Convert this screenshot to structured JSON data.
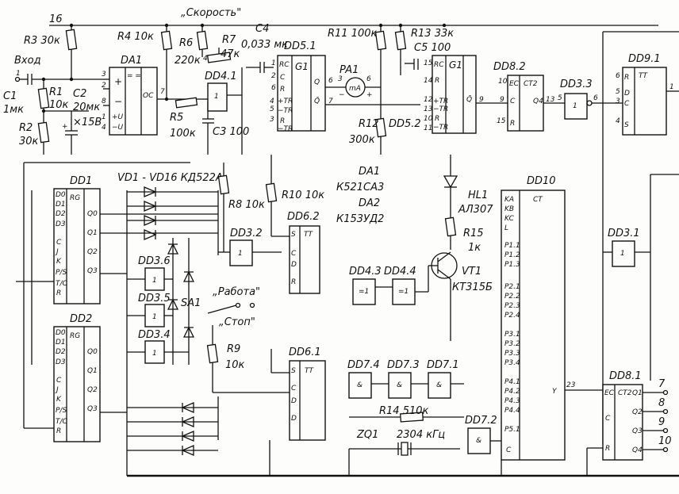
{
  "schematic": {
    "supply": "16",
    "input_label": "Вход",
    "speed_label": "„Скорость\"",
    "work_label": "„Работа\"",
    "stop_label": "„Стоп\"",
    "switch": "SA1",
    "ic_legend": [
      "DA1",
      "К521СА3",
      "DA2",
      "К153УД2"
    ],
    "components": {
      "C1": [
        "C1",
        "1мк"
      ],
      "R1": [
        "R1",
        "10к"
      ],
      "C2": [
        "C2",
        "20мк",
        "×15В"
      ],
      "R2": [
        "R2",
        "30к"
      ],
      "R3": "R3  30к",
      "R4": "R4  10к",
      "R5": [
        "R5",
        "100к"
      ],
      "C3": "C3  100",
      "R6": [
        "R6",
        "220к"
      ],
      "R7": [
        "R7",
        "47к"
      ],
      "C4": [
        "C4",
        "0,033 мк"
      ],
      "R11": "R11  100к",
      "R12": [
        "R12",
        "300к"
      ],
      "R13": "R13  33к",
      "C5": "C5  100",
      "PA1": "PA1",
      "R8": "R8  10к",
      "R10": "R10  10к",
      "R9": [
        "R9",
        "10к"
      ],
      "R14": "R14  510к",
      "ZQ1": "ZQ1",
      "ZQ1_freq": "2304 кГц",
      "HL1": [
        "HL1",
        "АЛ307"
      ],
      "R15": [
        "R15",
        "1к"
      ],
      "VT1": [
        "VT1",
        "КТ315Б"
      ],
      "diodes": "VD1 - VD16  КД522А"
    },
    "chips": {
      "DA1": "DA1",
      "DD4_1": "DD4.1",
      "DD5_1": "DD5.1",
      "DD5_2": "DD5.2",
      "DD8_2": "DD8.2",
      "DD3_3": "DD3.3",
      "DD9_1": "DD9.1",
      "DD1": "DD1",
      "DD2": "DD2",
      "DD3_2": "DD3.2",
      "DD6_2": "DD6.2",
      "DD3_6": "DD3.6",
      "DD3_5": "DD3.5",
      "DD3_4": "DD3.4",
      "DD4_3": "DD4.3",
      "DD4_4": "DD4.4",
      "DD6_1": "DD6.1",
      "DD7_4": "DD7.4",
      "DD7_3": "DD7.3",
      "DD7_1": "DD7.1",
      "DD7_2": "DD7.2",
      "DD10": "DD10",
      "DD3_1": "DD3.1",
      "DD8_1": "DD8.1"
    },
    "outputs": [
      "7",
      "8",
      "9",
      "10"
    ]
  }
}
